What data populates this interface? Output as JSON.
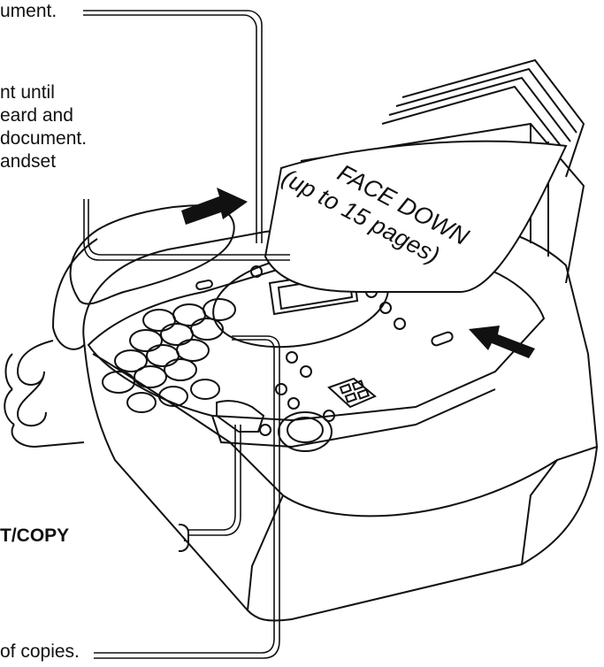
{
  "callouts": {
    "document_line": "ument.",
    "insert_lines": [
      "nt until",
      "eard and",
      "document.",
      "andset"
    ],
    "copy_key": "T/COPY",
    "copy_period": ".",
    "copies_line": "of copies."
  },
  "paper_label": {
    "line1": "FACE DOWN",
    "line2": "(up to 15 pages)"
  },
  "colors": {
    "ink": "#111111",
    "background": "#ffffff"
  }
}
